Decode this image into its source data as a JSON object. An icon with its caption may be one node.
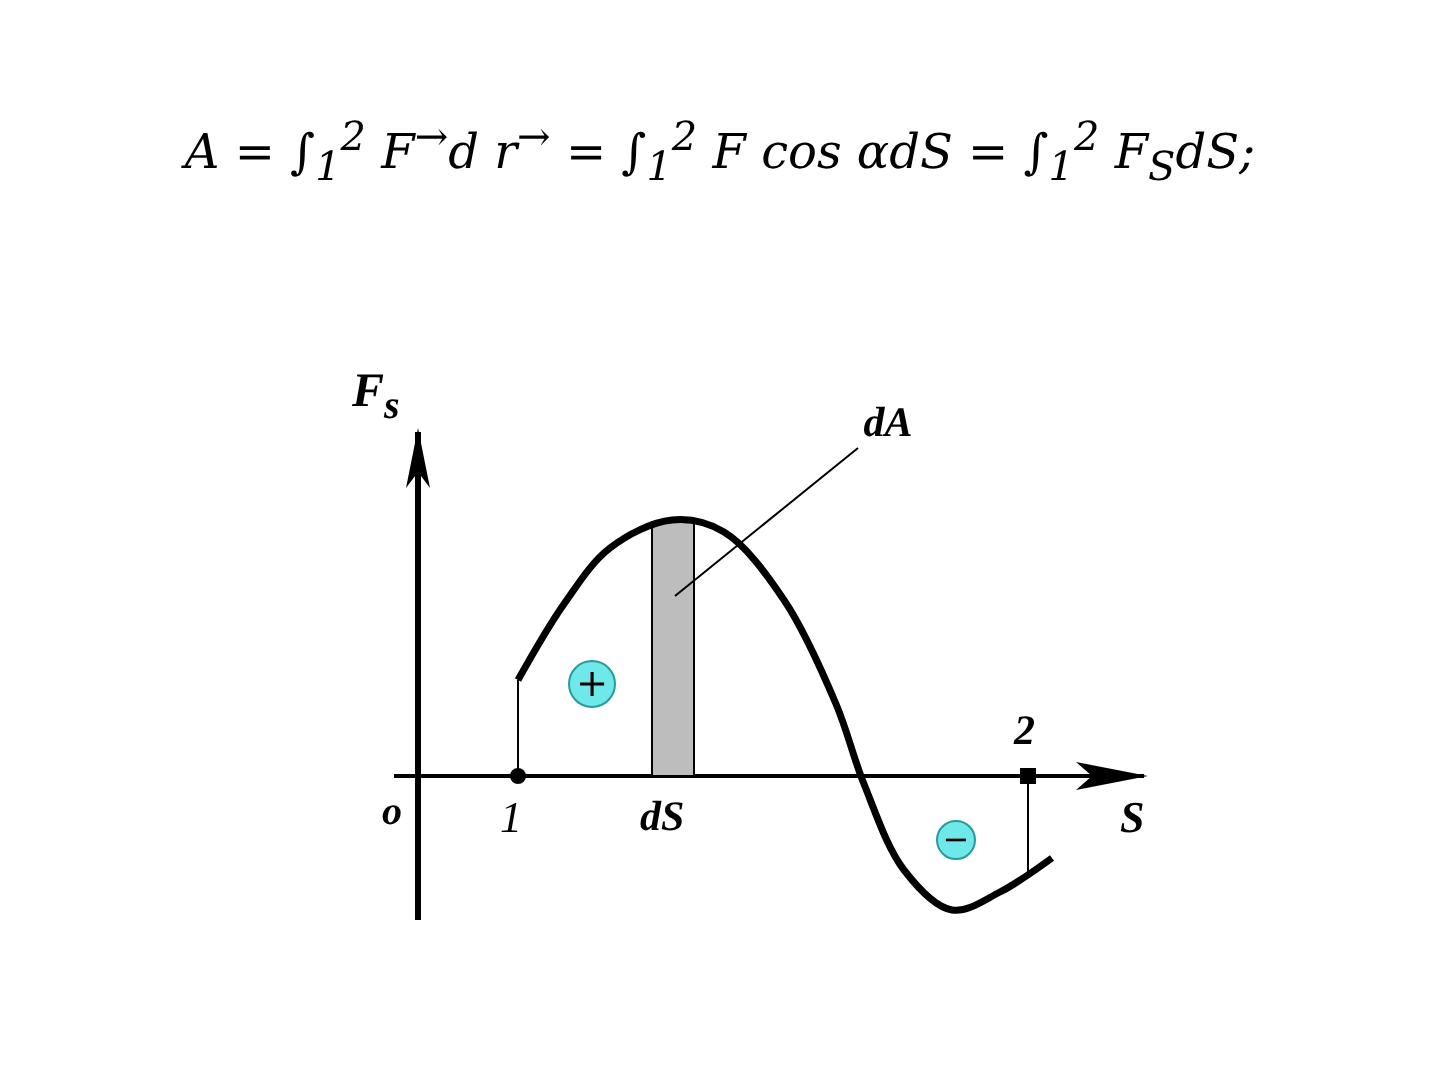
{
  "diagram": {
    "title": "A = ∫$_{1}$$^{2}$ F$^{→}$d r$^{→}$ = ∫$_{1}$$^{2}$ F cos αdS = ∫$_{1}$$^{2}$ F$_{S}$dS;",
    "nodes": [
      {
        "text": [
          "dA"
        ]
      },
      {
        "text": [],
        "shape": "bar"
      },
      {
        "text": [
          "+"
        ]
      },
      {
        "text": [
          "−"
        ]
      }
    ],
    "edges": [
      {
        "from": 0,
        "to": 1,
        "arrow": "none"
      }
    ],
    "labels": [
      "F$_{s}$",
      "o",
      "1",
      "dS",
      "2",
      "S"
    ]
  }
}
